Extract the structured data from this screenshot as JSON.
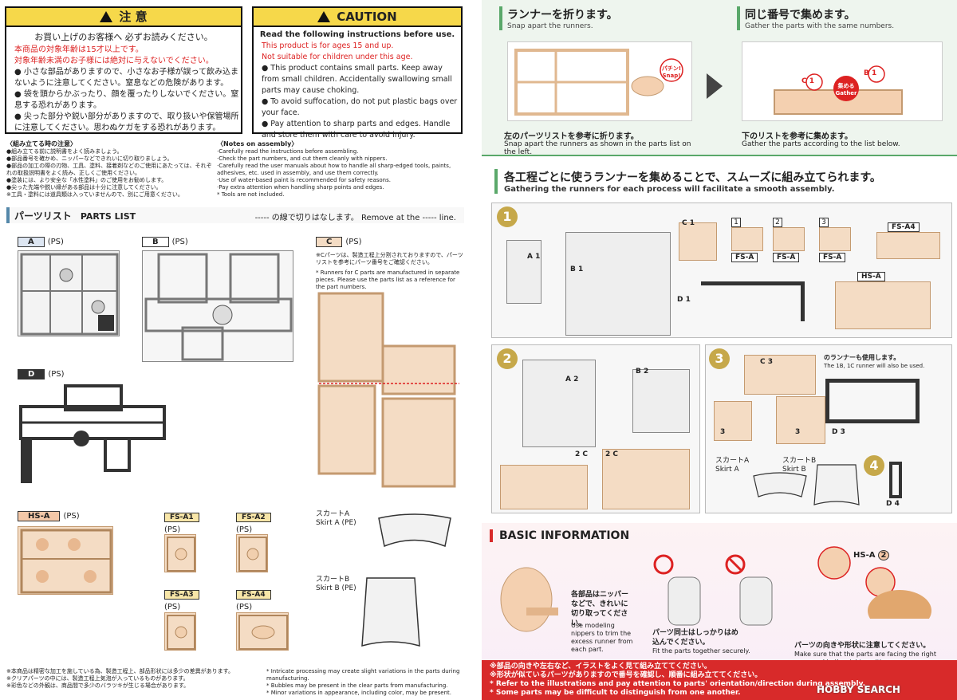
{
  "caution_jp": {
    "title": "注 意",
    "subtitle": "お買い上げのお客様へ 必ずお読みください。",
    "lines": [
      {
        "text": "本商品の対象年齢は15才以上です。",
        "red": true
      },
      {
        "text": "対象年齢未満のお子様には絶対に与えないでください。",
        "red": true
      },
      {
        "text": "小さな部品がありますので、小さなお子様が誤って飲み込まないように注意してください。窒息などの危険があります。",
        "red": false
      },
      {
        "text": "袋を頭からかぶったり、顔を覆ったりしないでください。窒息する恐れがあります。",
        "red": false
      },
      {
        "text": "尖った部分や鋭い部分がありますので、取り扱いや保管場所に注意してください。思わぬケガをする恐れがあります。",
        "red": false
      }
    ]
  },
  "caution_en": {
    "title": "CAUTION",
    "subtitle": "Read the following instructions before use.",
    "lines": [
      {
        "text": "This product is for ages 15 and up.",
        "red": true
      },
      {
        "text": "Not suitable for children under this age.",
        "red": true
      },
      {
        "text": "This product contains small parts. Keep away from small children. Accidentally swallowing small parts may cause choking.",
        "red": false
      },
      {
        "text": "To avoid suffocation, do not put plastic bags over your face.",
        "red": false
      },
      {
        "text": "Pay attention to sharp parts and edges. Handle and store them with care to avoid injury.",
        "red": false
      }
    ]
  },
  "assembly_notes_jp": {
    "title": "〈組み立てる時の注意〉",
    "lines": [
      "●組み立てる前に説明書をよく読みましょう。",
      "●部品番号を確かめ、ニッパーなどできれいに切り取りましょう。",
      "●部品の加工の際の刃物、工具、塗料、接着剤などのご使用にあたっては、それぞれの取扱説明書をよく読み、正しくご使用ください。",
      "●塗装には、より安全な「水性塗料」のご使用をお勧めします。",
      "●尖った先端や鋭い縁がある部品は十分に注意してください。",
      "※工具・塗料には道具類は入っていませんので、別にご用意ください。"
    ]
  },
  "assembly_notes_en": {
    "title": "〈Notes on assembly〉",
    "lines": [
      "·Carefully read the instructions before assembling.",
      "·Check the part numbers, and cut them cleanly with nippers.",
      "·Carefully read the user manuals about how to handle all sharp-edged tools, paints, adhesives, etc. used in assembly, and use them correctly.",
      "·Use of water-based paint is recommended for safety reasons.",
      "·Pay extra attention when handling sharp points and edges.",
      "* Tools are not included."
    ]
  },
  "parts_list": {
    "title_jp": "パーツリスト",
    "title_en": "PARTS LIST",
    "cut_note": "----- の線で切りはなします。 Remove at the ----- line.",
    "runners": [
      {
        "id": "A",
        "type": "(PS)"
      },
      {
        "id": "B",
        "type": "(PS)"
      },
      {
        "id": "C",
        "type": "(PS)"
      },
      {
        "id": "D",
        "type": "(PS)"
      },
      {
        "id": "HS-A",
        "type": "(PS)"
      },
      {
        "id": "FS-A1",
        "type": "(PS)"
      },
      {
        "id": "FS-A2",
        "type": "(PS)"
      },
      {
        "id": "FS-A3",
        "type": "(PS)"
      },
      {
        "id": "FS-A4",
        "type": "(PS)"
      }
    ],
    "c_note_jp": "※Cパーツは、製造工程上分割されておりますので、パーツリストを参考にパーツ番号をご確認ください。",
    "c_note_en": "* Runners for C parts are manufactured in separate pieces. Please use the parts list as a reference for the part numbers.",
    "skirt_a": {
      "jp": "スカートA",
      "en": "Skirt A (PE)"
    },
    "skirt_b": {
      "jp": "スカートB",
      "en": "Skirt B (PE)"
    }
  },
  "footer_notes_jp": [
    "※本商品は精密な加工を施している為、製造工程上、部品形状には多少の差異があります。",
    "※クリアパーツの中には、製造工程上気泡が入っているものがあります。",
    "※彩色などの外観は、商品間で多少のバラツキが生じる場合があります。"
  ],
  "footer_notes_en": [
    "* Intricate processing may create slight variations in the parts during manufacturing.",
    "* Bubbles may be present in the clear parts from manufacturing.",
    "* Minor variations in appearance, including color, may be present."
  ],
  "step_snap": {
    "title_jp": "ランナーを折ります。",
    "title_en": "Snap apart the runners.",
    "snap_text": "パチン! Snap!",
    "caption_jp": "左のパーツリストを参考に折ります。",
    "caption_en": "Snap apart the runners as shown in the parts list on the left."
  },
  "step_gather": {
    "title_jp": "同じ番号で集めます。",
    "title_en": "Gather the parts with the same numbers.",
    "gather_text": "集める Gather",
    "caption_jp": "下のリストを参考に集めます。",
    "caption_en": "Gather the parts according to the list below.",
    "labels": [
      "C 1",
      "B 1"
    ]
  },
  "process_heading": {
    "jp": "各工程ごとに使うランナーを集めることで、スムーズに組み立てられます。",
    "en": "Gathering the runners for each process will facilitate a smooth assembly."
  },
  "steps": [
    {
      "num": "1",
      "labels": [
        "A 1",
        "B 1",
        "C 1",
        "D 1",
        "FS-A",
        "FS-A",
        "FS-A",
        "FS-A4",
        "HS-A"
      ],
      "small_nums": [
        "1",
        "2",
        "3"
      ]
    },
    {
      "num": "2",
      "labels": [
        "A 2",
        "B 2",
        "2 C",
        "2 C"
      ]
    },
    {
      "num": "3",
      "labels": [
        "C 3",
        "3",
        "3",
        "D 3"
      ],
      "note_jp": "のランナーも使用します。",
      "note_en": "The 1B, 1C runner will also be used.",
      "skirt_a": "スカートA Skirt A",
      "skirt_b": "スカートB Skirt B"
    },
    {
      "num": "4",
      "labels": [
        "D 4"
      ]
    }
  ],
  "basic_info": {
    "title": "BASIC INFORMATION",
    "tip1_jp": "各部品はニッパーなどで、きれいに切り取ってください。",
    "tip1_en": "Use modeling nippers to trim the excess runner from each part.",
    "tip2_jp": "パーツ同士はしっかりはめ込んでください。",
    "tip2_en": "Fit the parts together securely.",
    "tip3_jp": "パーツの向きや形状に注意してください。",
    "tip3_en": "Make sure that the parts are facing the right ways and in the right positions.",
    "hs_label": "HS-A",
    "hs_num": "2"
  },
  "red_notes": [
    "※部品の向きや左右など、イラストをよく見て組み立ててください。",
    "※形状が似ているパーツがありますので番号を確認し、順番に組み立ててください。",
    "* Refer to the illustrations and pay attention to parts' orientation/direction during assembly.",
    "* Some parts may be difficult to distinguish from one another."
  ],
  "watermark": "HOBBY SEARCH",
  "colors": {
    "warn_yellow": "#f6d84a",
    "red": "#d82a2a",
    "gold": "#c6a84a",
    "green": "#5aa86a",
    "skin": "#f4dcc4"
  }
}
